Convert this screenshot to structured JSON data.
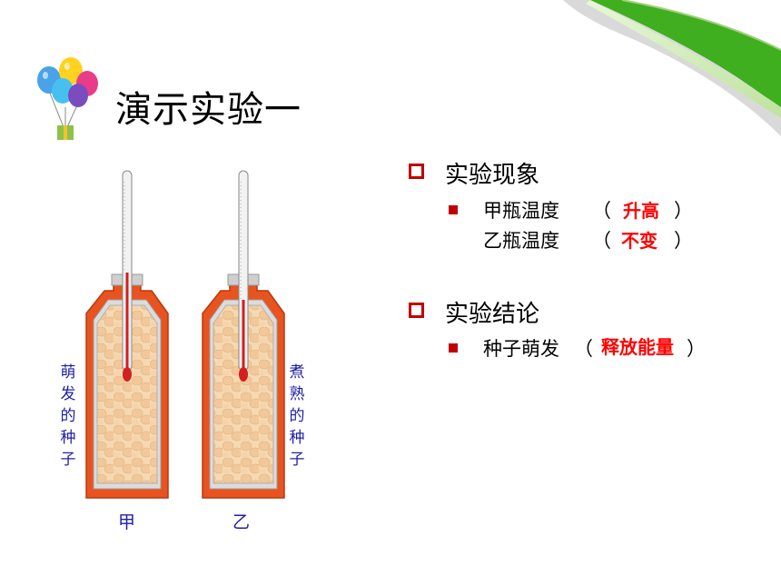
{
  "title": "演示实验一",
  "section1": {
    "heading": "实验现象",
    "row1": {
      "label": "甲瓶温度",
      "open": "（",
      "answer": "升高",
      "close": "）"
    },
    "row2": {
      "label": "乙瓶温度",
      "open": "（",
      "answer": "不变",
      "close": "）"
    }
  },
  "section2": {
    "heading": "实验结论",
    "row1": {
      "label": "种子萌发",
      "open": "（",
      "answer": "释放能量",
      "close": "）"
    }
  },
  "figure": {
    "left_side_label": "萌发的种子",
    "right_side_label": "煮熟的种子",
    "bottle_left": "甲",
    "bottle_right": "乙"
  },
  "colors": {
    "accent": "#c00000",
    "answer": "#ff0000",
    "figure_text": "#1f1fa8",
    "leaf": "#3fae1f"
  }
}
